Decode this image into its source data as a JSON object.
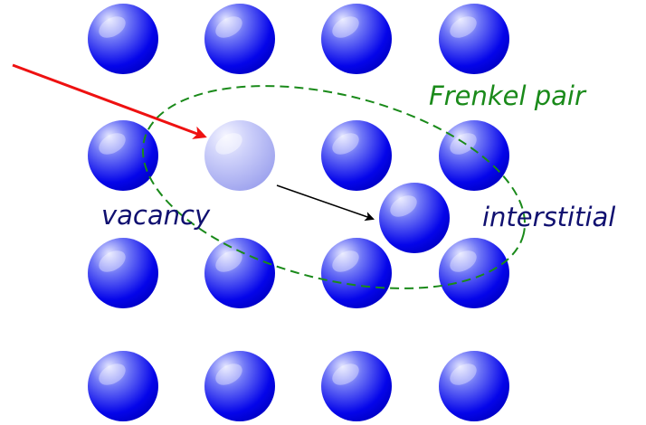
{
  "labels": {
    "frenkel_pair": "Frenkel pair",
    "vacancy": "vacancy",
    "interstitial": "interstitial"
  },
  "colors": {
    "atom": "#0000ee",
    "vacancy_atom": "#b8bcf2",
    "frenkel_label": "#1a8a1a",
    "ellipse_stroke": "#1a8a1a",
    "text_label": "#101070",
    "incoming_arrow": "#ee1111",
    "displacement_arrow": "#000000"
  },
  "lattice": {
    "rows": 4,
    "columns": 4,
    "vacancy_site": {
      "row": 2,
      "column": 2
    }
  }
}
